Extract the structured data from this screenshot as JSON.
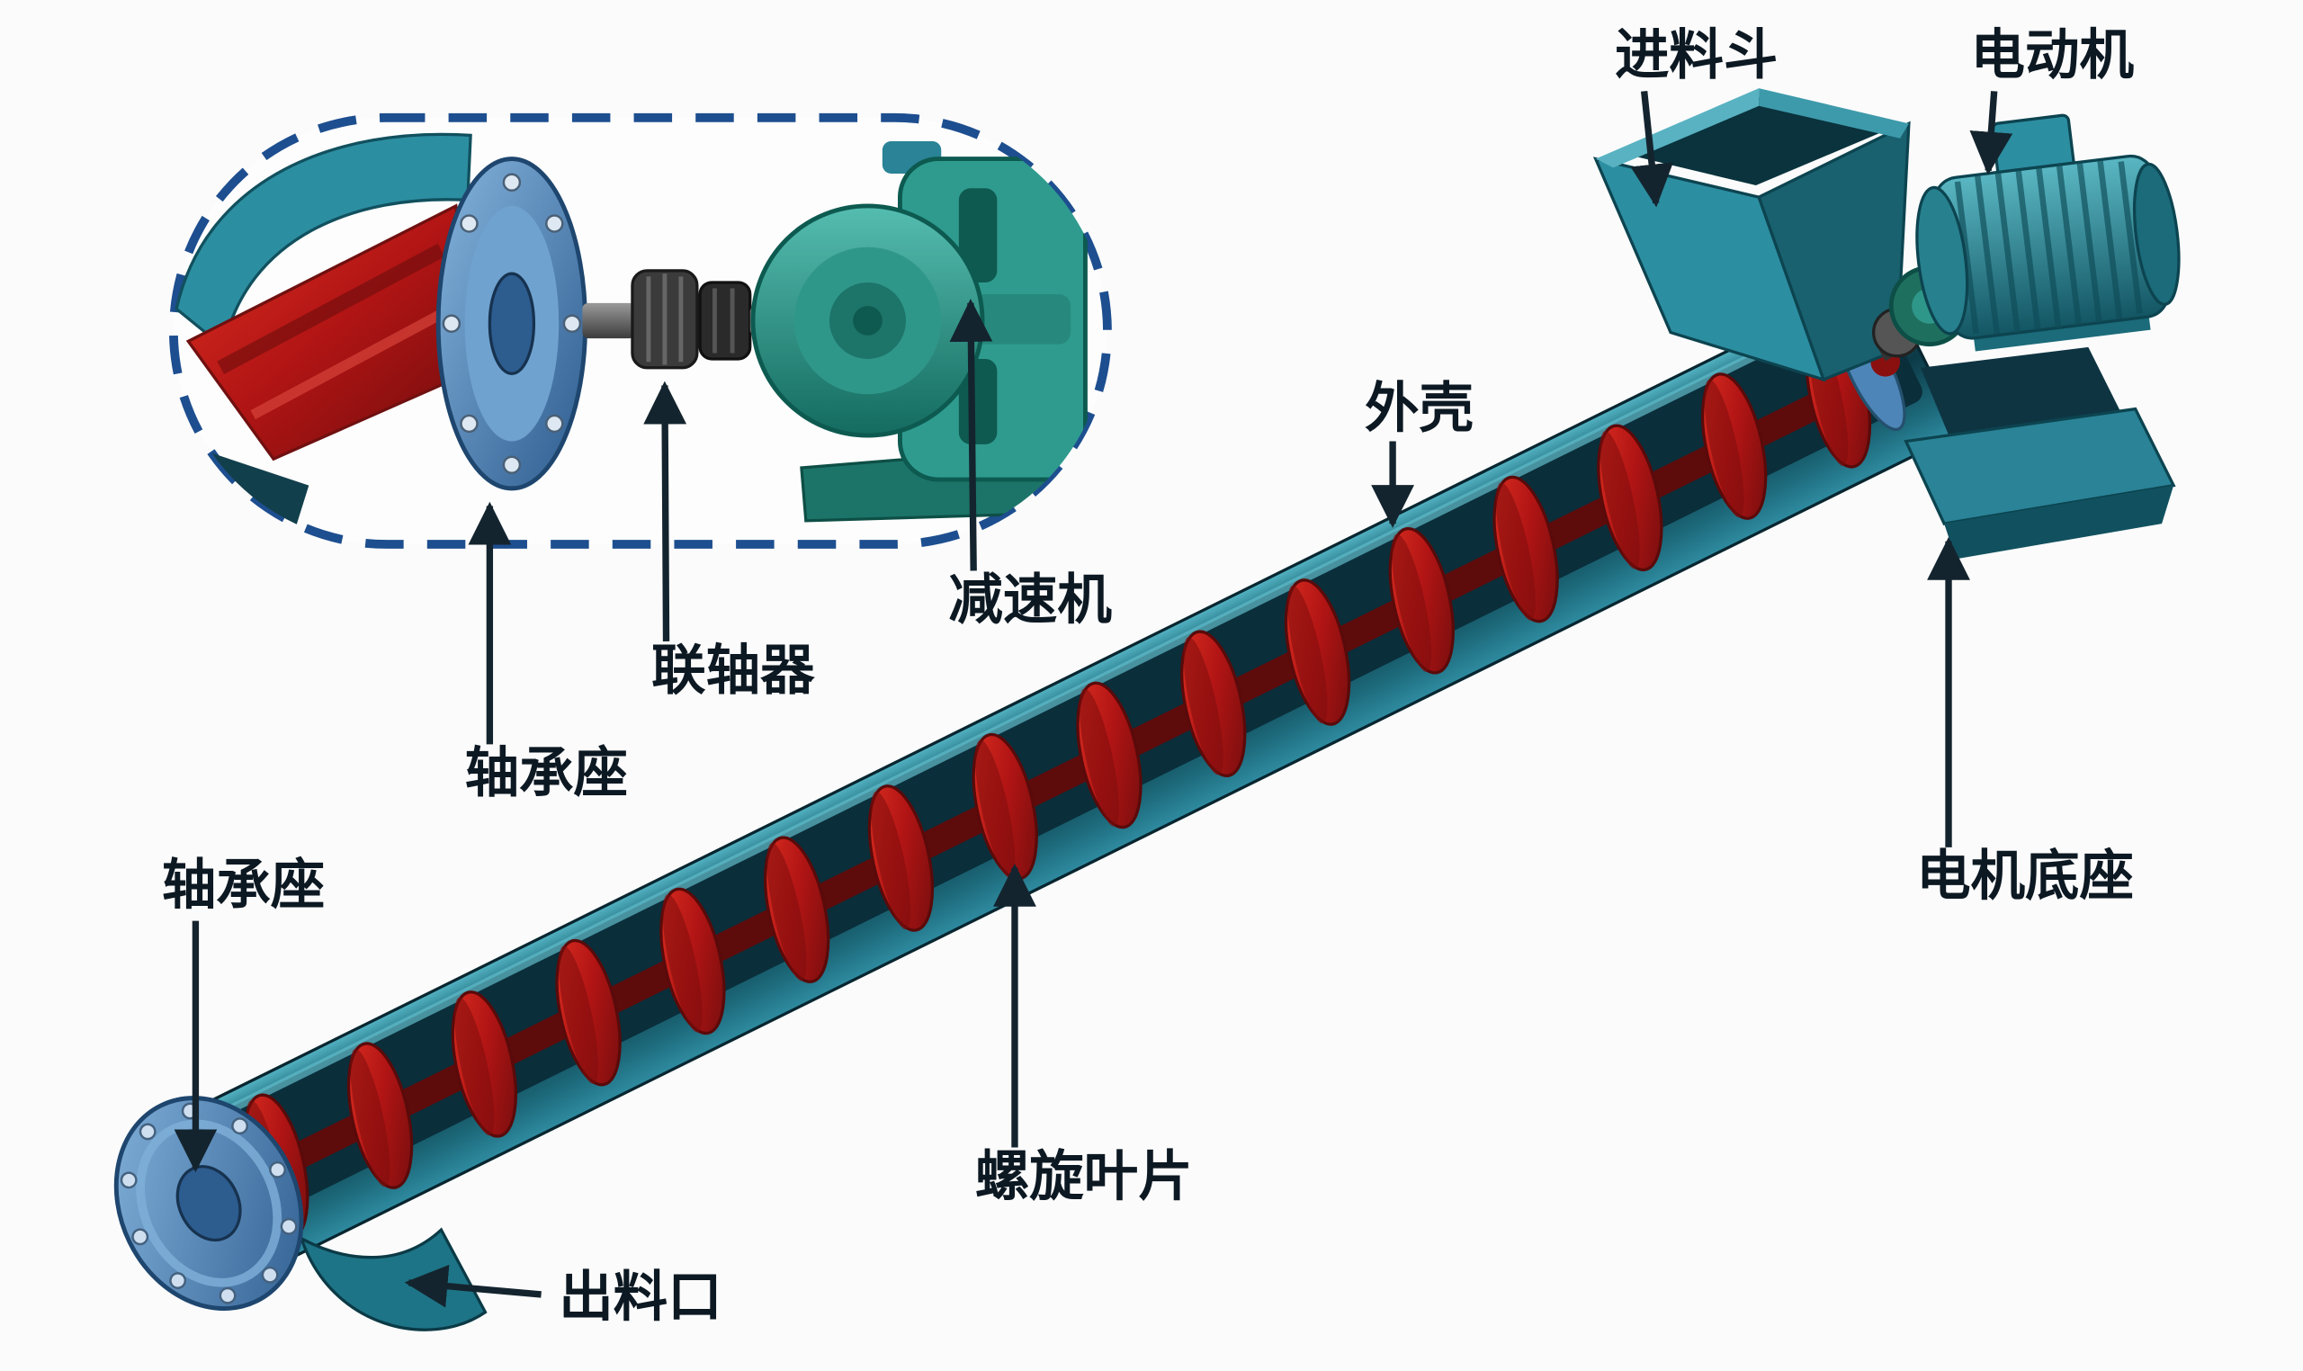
{
  "diagram": {
    "name": "screw-conveyor-structure-diagram",
    "colors": {
      "teal": "#2c8ea1",
      "dark_teal": "#0d3d4a",
      "screw_red": "#b01414",
      "flange_blue": "#4d85b8",
      "machine_teal": "#2f9b8f",
      "inset_border_blue": "#1d4e8f",
      "label_text": "#0c1822",
      "background": "#fbfbfb"
    }
  },
  "labels": [
    {
      "id": "feed-hopper",
      "text": "进料斗"
    },
    {
      "id": "motor",
      "text": "电动机"
    },
    {
      "id": "housing",
      "text": "外壳"
    },
    {
      "id": "reducer",
      "text": "减速机"
    },
    {
      "id": "coupling",
      "text": "联轴器"
    },
    {
      "id": "bearing-seat-top",
      "text": "轴承座"
    },
    {
      "id": "bearing-seat-left",
      "text": "轴承座"
    },
    {
      "id": "motor-base",
      "text": "电机底座"
    },
    {
      "id": "spiral-blade",
      "text": "螺旋叶片"
    },
    {
      "id": "discharge-outlet",
      "text": "出料口"
    }
  ]
}
